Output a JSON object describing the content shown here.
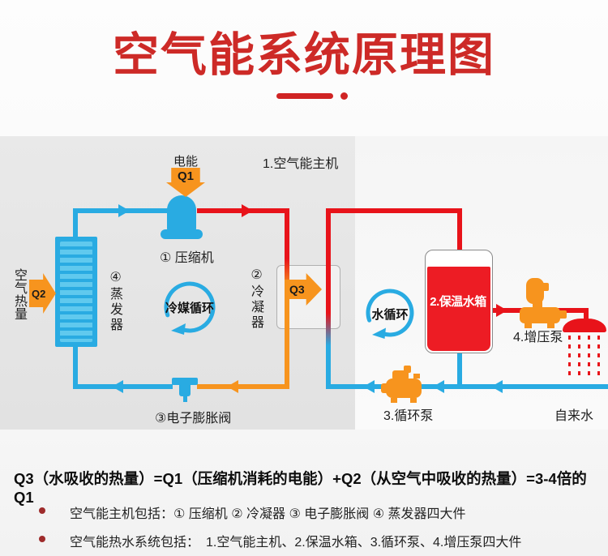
{
  "title": {
    "text": "空气能系统原理图"
  },
  "diagram": {
    "labels": {
      "electric_energy": "电能",
      "q1": "Q1",
      "q2": "Q2",
      "q3": "Q3",
      "main_unit": "1.空气能主机",
      "compressor": "① 压缩机",
      "condenser": "②冷凝器",
      "evaporator": "④蒸发器",
      "air_heat": "空气热量",
      "refrigerant_cycle": "冷媒循环",
      "water_cycle": "水循环",
      "expansion_valve": "③电子膨胀阀",
      "water_tank": "2.保温水箱",
      "circulation_pump": "3.循环泵",
      "booster_pump": "4.增压泵",
      "tap_water": "自来水"
    },
    "colors": {
      "pipe_blue": "#29abe2",
      "pipe_red": "#e8131a",
      "pipe_orange": "#f7941e",
      "tank_red": "#ed1c24",
      "title_red": "#cd2a27",
      "bullet_dot": "#9e2b2b"
    }
  },
  "footer": {
    "formula": "Q3（水吸收的热量）=Q1（压缩机消耗的电能）+Q2（从空气中吸收的热量）=3-4倍的 Q1",
    "bullets": [
      "空气能主机包括：① 压缩机 ② 冷凝器 ③ 电子膨胀阀 ④ 蒸发器四大件",
      "空气能热水系统包括：　1.空气能主机、2.保温水箱、3.循环泵、4.增压泵四大件"
    ]
  }
}
